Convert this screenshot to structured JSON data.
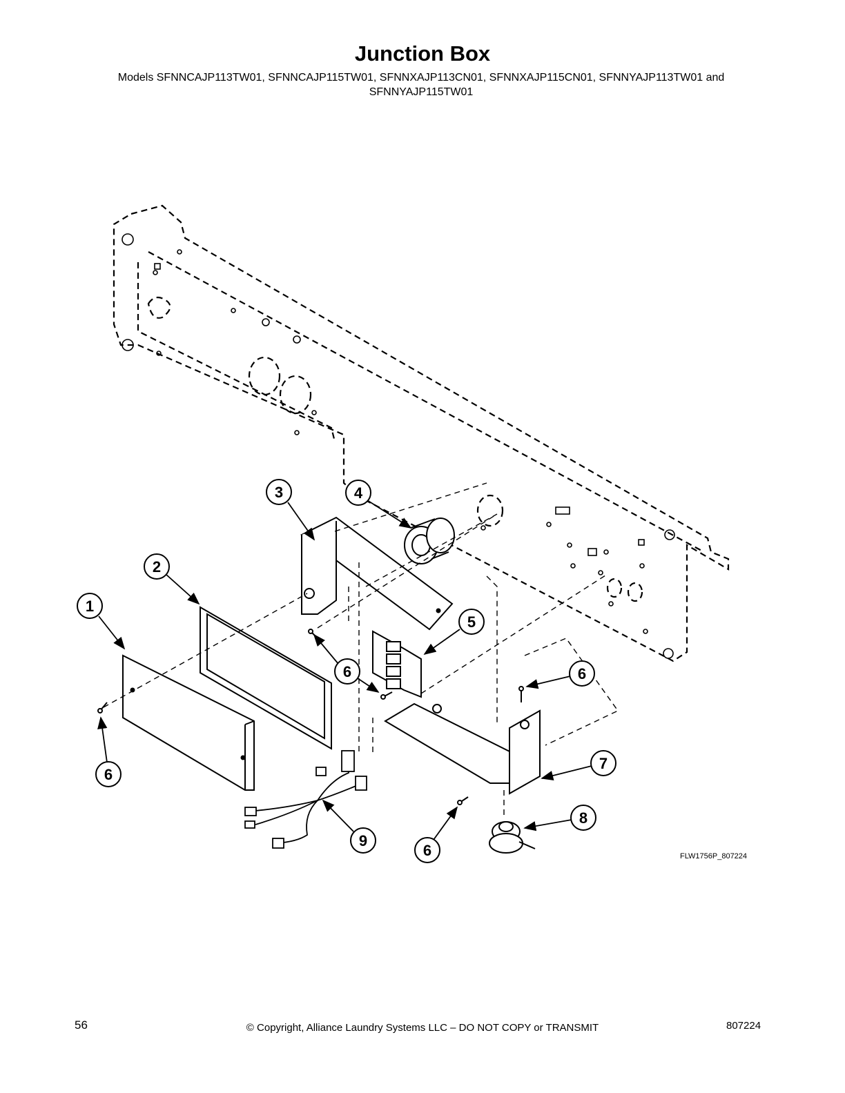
{
  "header": {
    "title": "Junction Box",
    "models_line1": "Models SFNNCAJP113TW01, SFNNCAJP115TW01, SFNNXAJP113CN01, SFNNXAJP115CN01, SFNNYAJP113TW01 and",
    "models_line2": "SFNNYAJP115TW01"
  },
  "diagram": {
    "figure_id": "FLW1756P_807224",
    "callouts": [
      "3",
      "4",
      "2",
      "1",
      "5",
      "6",
      "6",
      "6",
      "7",
      "8",
      "9",
      "6"
    ]
  },
  "footer": {
    "page_number": "56",
    "copyright": "© Copyright, Alliance Laundry Systems LLC – DO NOT COPY or TRANSMIT",
    "doc_number": "807224"
  }
}
